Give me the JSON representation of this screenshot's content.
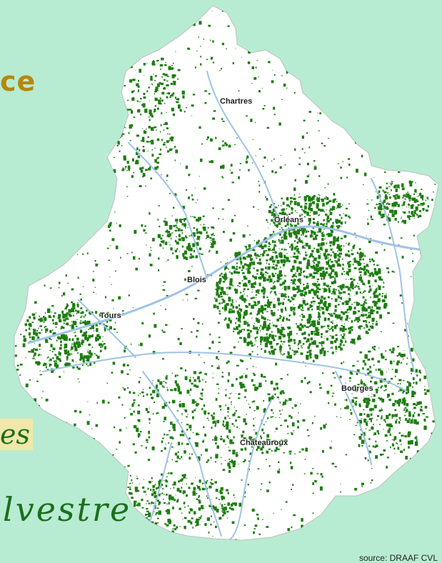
{
  "colors": {
    "background": "#b7ecd2",
    "region_fill": "#ffffff",
    "forest": "#1e7d12",
    "rivers": "#9fc3e6",
    "title_gold": "#b8860b",
    "title_green": "#1d6e1d"
  },
  "title_fragments": {
    "top": "ce",
    "middle": "es",
    "bottom": "lvestre"
  },
  "cities": {
    "chartres": "Chartres",
    "orleans": "Orléans",
    "blois": "Blois",
    "tours": "Tours",
    "bourges": "Bourges",
    "chateauroux": "Châteauroux"
  },
  "source": "source: DRAAF CVL"
}
